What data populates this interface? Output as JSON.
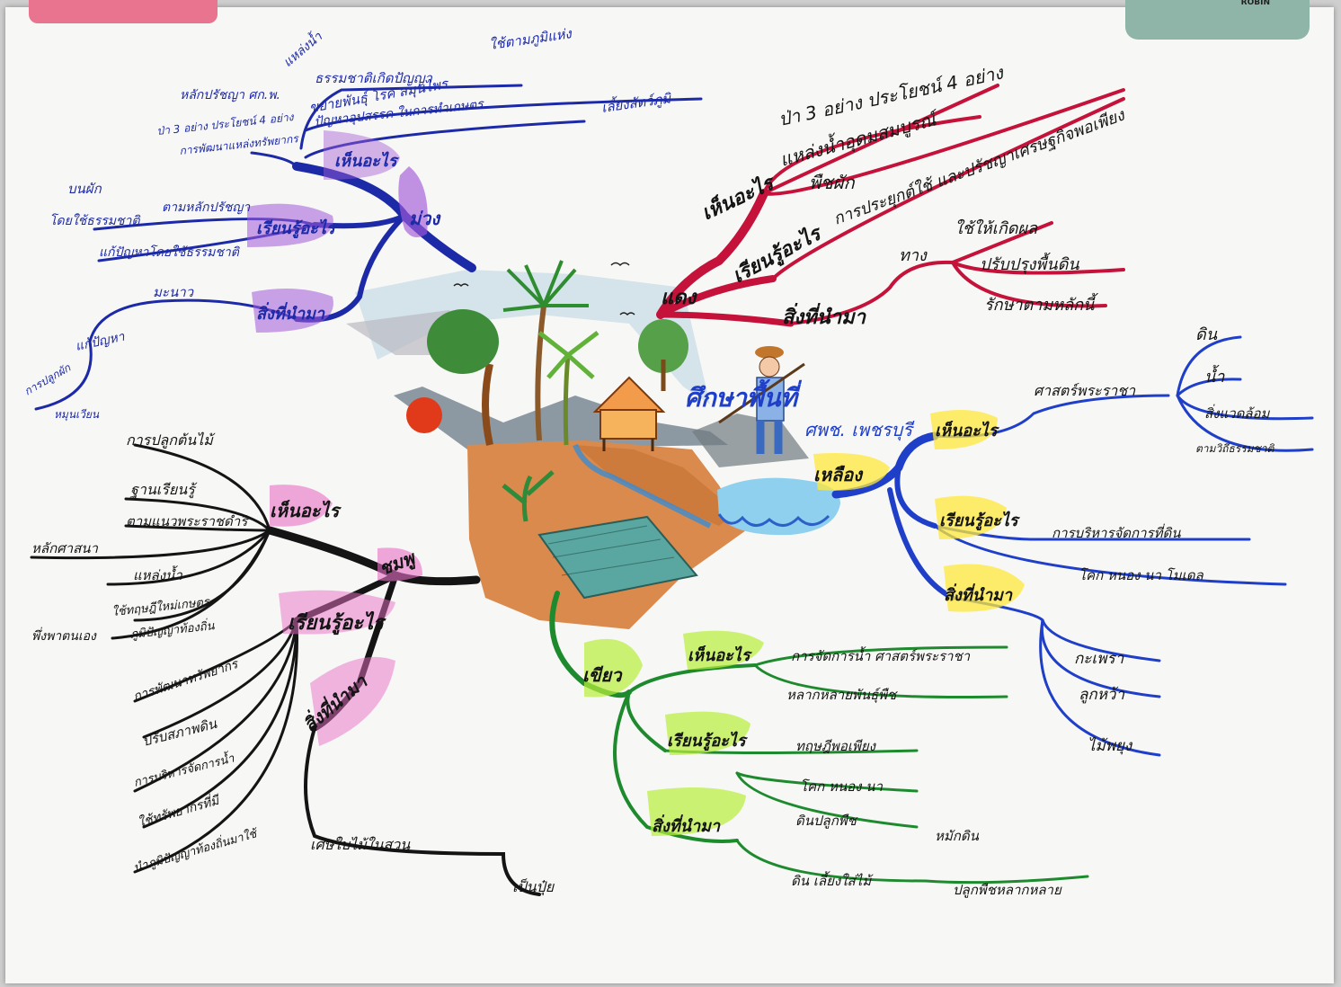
{
  "colors": {
    "red": "#c4123a",
    "blue": "#1f3fc9",
    "purple": "#1d2aa8",
    "black": "#141414",
    "green": "#1e8a2e",
    "pink": "#e86fc6",
    "violet": "#a35ad8",
    "yellow": "#ffe83a",
    "lime": "#b8ee3a",
    "clipPink": "#e9748f",
    "clipTeal": "#8fb5a9"
  },
  "center": {
    "title": "ศึกษาพื้นที่",
    "subtitle": "ศพช. เพชรบุรี"
  },
  "clip": {
    "brand": "ROBIN"
  },
  "branches": {
    "red": {
      "name": "แดง",
      "see": {
        "label": "เห็นอะไร",
        "items": [
          "ป่า 3 อย่าง ประโยชน์ 4 อย่าง",
          "แหล่งน้ำอุดมสมบูรณ์",
          "พืชผัก"
        ]
      },
      "learn": {
        "label": "เรียนรู้อะไร",
        "items": [
          "การประยุกต์ใช้ และปรัชญาเศรษฐกิจพอเพียง"
        ]
      },
      "bring": {
        "label": "สิ่งที่นำมา",
        "items": [
          "ทาง",
          "ใช้ให้เกิดผล",
          "ปรับปรุงพื้นดิน",
          "รักษาตามหลักนี้"
        ]
      }
    },
    "purple": {
      "name": "ม่วง",
      "see": {
        "label": "เห็นอะไร",
        "items": [
          "แหล่งน้ำ",
          "ธรรมชาติเกิดปัญญา",
          "ใช้ตามภูมิแห่ง",
          "หลักปรัชญา ศก.พ.",
          "ป่า 3 อย่าง ประโยชน์ 4 อย่าง",
          "ขยายพันธุ์ โรค สมุนไพร",
          "ปัญหาอุปสรรค ในการทำเกษตร",
          "เลี้ยงสัตว์ภูมิ",
          "การพัฒนาแหล่งทรัพยากร"
        ]
      },
      "learn": {
        "label": "เรียนรู้อะไร",
        "items": [
          "บนผัก",
          "โดยใช้ธรรมชาติ",
          "ตามหลักปรัชญา",
          "แก้ปัญหาโดยใช้ธรรมชาติ"
        ]
      },
      "bring": {
        "label": "สิ่งที่นำมา",
        "items": [
          "มะนาว",
          "แก้ปัญหา",
          "การปลูกผัก",
          "หมุนเวียน"
        ]
      }
    },
    "pink": {
      "name": "ชมพู",
      "see": {
        "label": "เห็นอะไร",
        "items": [
          "การปลูกต้นไม้",
          "ฐานเรียนรู้",
          "ตามแนวพระราชดำริ",
          "หลักศาสนา",
          "แหล่งน้ำ",
          "ใช้ทฤษฎีใหม่เกษตร",
          "พึ่งพาตนเอง",
          "ภูมิปัญญาท้องถิ่น"
        ]
      },
      "learn": {
        "label": "เรียนรู้อะไร",
        "items": [
          "การพัฒนาทรัพยากร",
          "ปรับสภาพดิน",
          "การบริหารจัดการน้ำ",
          "ใช้ทรัพยากรที่มี",
          "นำภูมิปัญญาท้องถิ่นมาใช้"
        ]
      },
      "bring": {
        "label": "สิ่งที่นำมา",
        "items": [
          "เศษใบไม้ในสวน",
          "เป็นปุ๋ย"
        ]
      }
    },
    "blue": {
      "name": "เหลือง",
      "see": {
        "label": "เห็นอะไร",
        "items": [
          "ศาสตร์พระราชา",
          "ดิน",
          "น้ำ",
          "สิ่งแวดล้อม",
          "ตามวิถีธรรมชาติ"
        ]
      },
      "learn": {
        "label": "เรียนรู้อะไร",
        "items": [
          "การบริหารจัดการที่ดิน",
          "โคก หนอง นา โมเดล"
        ]
      },
      "bring": {
        "label": "สิ่งที่นำมา",
        "items": [
          "กะเพรา",
          "ลูกหว้า",
          "ไม้พยุง"
        ]
      }
    },
    "green": {
      "name": "เขียว",
      "see": {
        "label": "เห็นอะไร",
        "items": [
          "การจัดการน้ำ ศาสตร์พระราชา",
          "หลากหลายพันธุ์พืช"
        ]
      },
      "learn": {
        "label": "เรียนรู้อะไร",
        "items": [
          "ทฤษฎีพอเพียง",
          "โคก หนอง นา",
          "ดินปลูกพืช",
          "หมักดิน"
        ]
      },
      "bring": {
        "label": "สิ่งที่นำมา",
        "items": [
          "ดิน เลี้ยงใส่ไม้",
          "ปลูกพืชหลากหลาย"
        ]
      }
    }
  }
}
